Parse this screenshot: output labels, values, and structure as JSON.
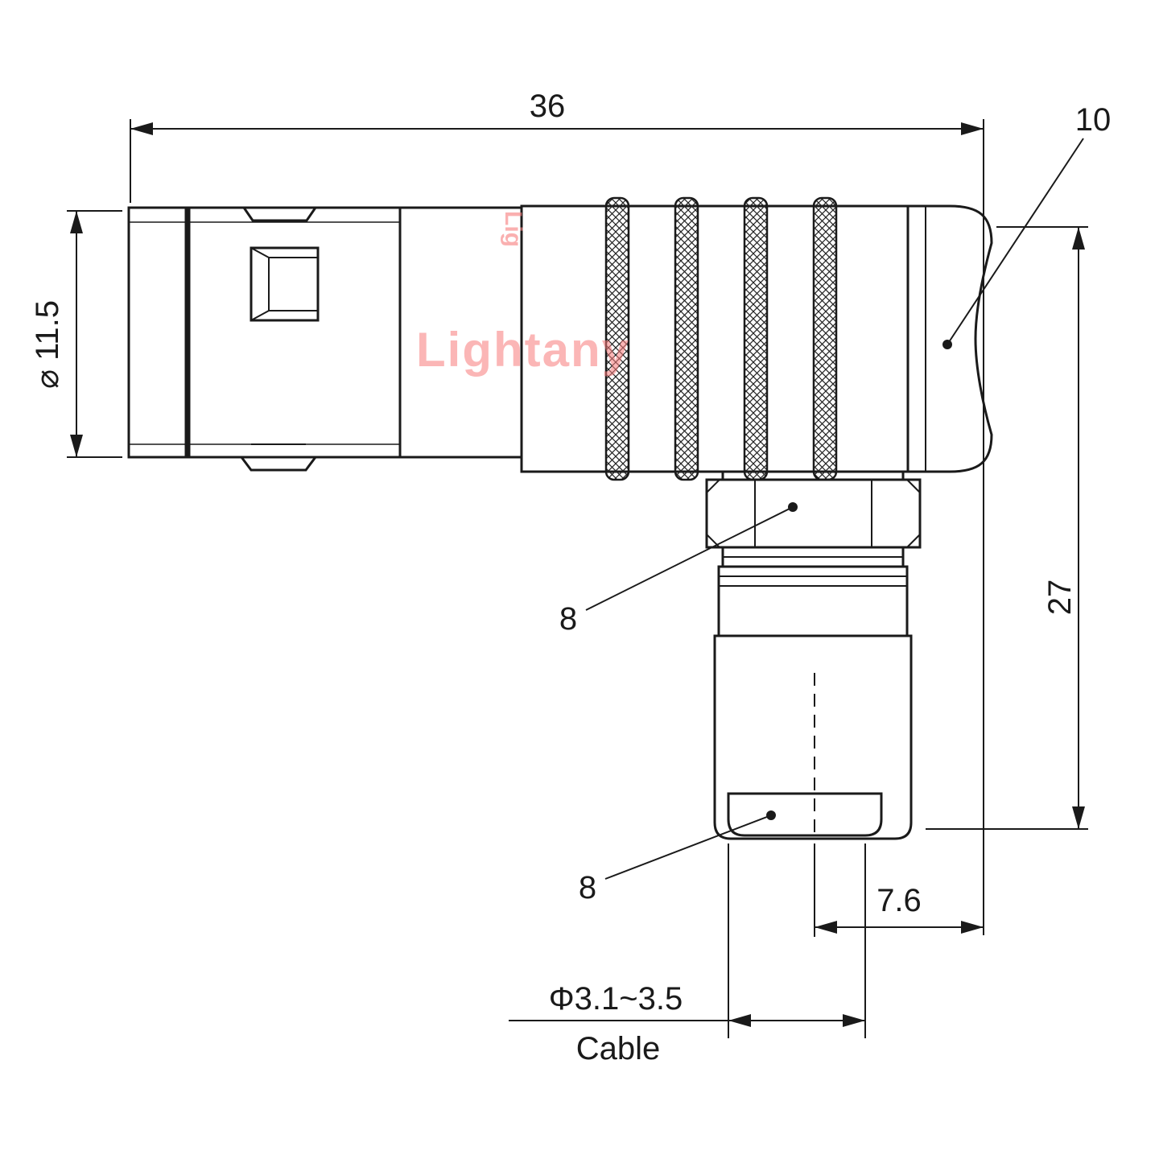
{
  "page": {
    "background": "#ffffff",
    "line_color": "#1a1a1a",
    "watermark_color": "#f87c7c"
  },
  "watermark": {
    "main": "Lightany",
    "small": "Lig"
  },
  "dimensions": {
    "overall_length": "36",
    "end_nut": "10",
    "shell_diameter": "⌀ 11.5",
    "height": "27",
    "coupling_nut": "8",
    "clamp_nut": "8",
    "axis_offset": "7.6",
    "cable_diameter": "Φ3.1~3.5",
    "cable_label": "Cable"
  }
}
